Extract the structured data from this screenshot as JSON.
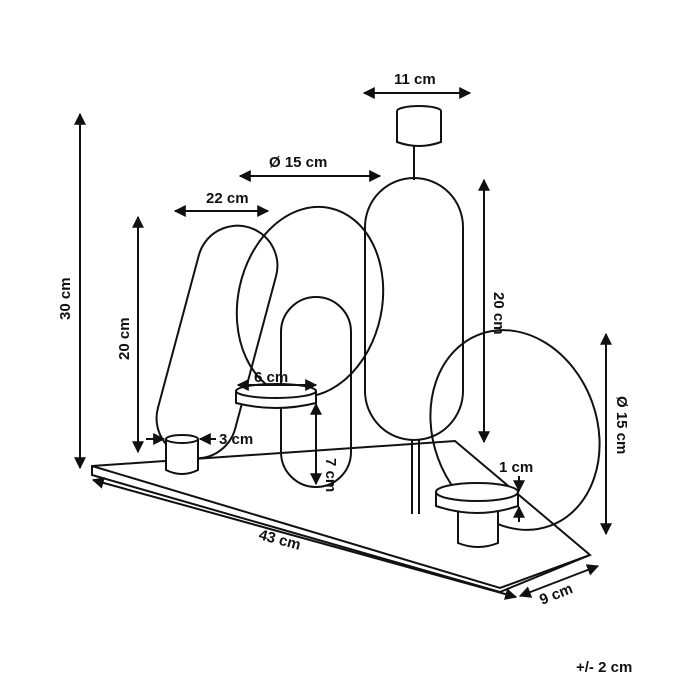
{
  "dimensions": {
    "top_holder_width": "11 cm",
    "oval_diameter_upper": "Ø 15 cm",
    "left_loop_width": "22 cm",
    "total_height": "30 cm",
    "left_loop_height": "20 cm",
    "center_holder_width": "6 cm",
    "left_holder_width": "3 cm",
    "center_holder_height": "7 cm",
    "right_loop_height": "20 cm",
    "right_ring_diameter": "Ø 15 cm",
    "right_holder_height": "1 cm",
    "base_length": "43 cm",
    "base_depth": "9 cm"
  },
  "tolerance": "+/- 2 cm",
  "colors": {
    "line": "#111111",
    "background": "#ffffff"
  }
}
